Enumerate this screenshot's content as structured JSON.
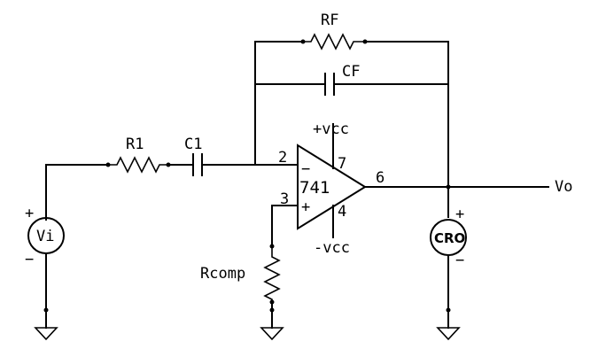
{
  "labels": {
    "rf": "RF",
    "cf": "CF",
    "r1": "R1",
    "c1": "C1",
    "rcomp": "Rcomp",
    "vcc_pos": "+vcc",
    "vcc_neg": "-vcc",
    "opamp": "741",
    "pin2": "2",
    "pin3": "3",
    "pin4": "4",
    "pin6": "6",
    "pin7": "7",
    "input_minus": "−",
    "input_plus": "+",
    "vo": "Vo",
    "vi": "Vi",
    "vi_plus": "+",
    "vi_minus": "−",
    "cro": "CRO",
    "cro_plus": "+",
    "cro_minus": "−"
  }
}
